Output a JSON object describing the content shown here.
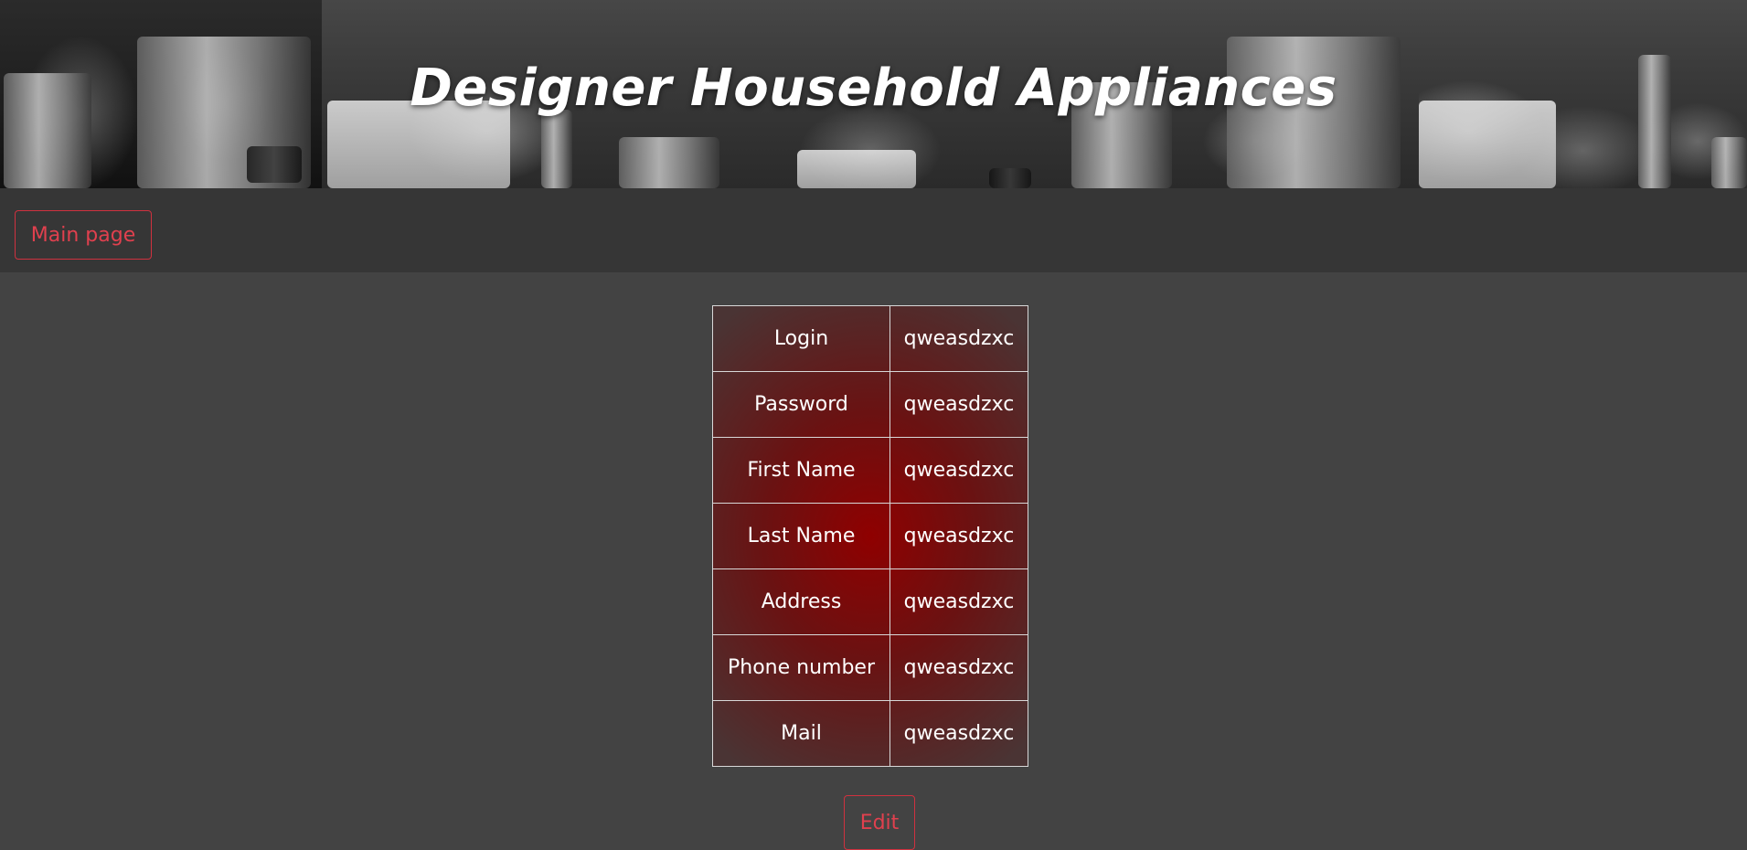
{
  "header": {
    "title": "Designer Household Appliances"
  },
  "nav": {
    "main_page_label": "Main page"
  },
  "profile": {
    "rows": [
      {
        "label": "Login",
        "value": "qweasdzxc"
      },
      {
        "label": "Password",
        "value": "qweasdzxc"
      },
      {
        "label": "First Name",
        "value": "qweasdzxc"
      },
      {
        "label": "Last Name",
        "value": "qweasdzxc"
      },
      {
        "label": "Address",
        "value": "qweasdzxc"
      },
      {
        "label": "Phone number",
        "value": "qweasdzxc"
      },
      {
        "label": "Mail",
        "value": "qweasdzxc"
      }
    ]
  },
  "actions": {
    "edit_label": "Edit"
  },
  "colors": {
    "page_background": "#434343",
    "navbar_background": "#363636",
    "accent": "#e0404e",
    "table_center": "#8f0000"
  }
}
